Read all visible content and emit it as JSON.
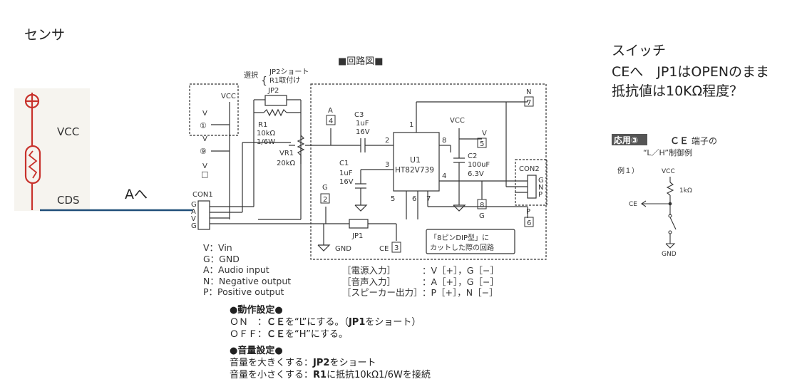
{
  "notes": {
    "sensor": "センサ",
    "to_a": "Aへ",
    "switch_title": "スイッチ",
    "switch_line1": "CEへ　JP1はOPENのまま",
    "switch_line2": "抵抗値は10KΩ程度？"
  },
  "sensor_fig": {
    "vcc": "VCC",
    "cds": "CDS"
  },
  "circuit": {
    "title": "■回路図■",
    "select_label": "選択",
    "select_opt1": "JP2ショート",
    "select_opt2": "R1取付け",
    "vcc_left": "VCC",
    "jp2": "JP2",
    "r1": "R1",
    "r1_val1": "10kΩ",
    "r1_val2": "1/6W",
    "vr1": "VR1",
    "vr1_val": "20kΩ",
    "v1": "V",
    "v2": "V",
    "v3": "V",
    "num1": "①",
    "num9": "⑨",
    "con1": "CON1",
    "con1_pins": [
      "G",
      "A",
      "V",
      "G"
    ],
    "a_label": "A",
    "num4": "4",
    "c3": "C3",
    "c3_v1": "1uF",
    "c3_v2": "16V",
    "pin2": "2",
    "pin1": "1",
    "pin8": "8",
    "pin3": "3",
    "pin4": "4",
    "pin5": "5",
    "pin6": "6",
    "pin7": "7",
    "u1": "U1",
    "u1_part": "HT82V739",
    "c1": "C1",
    "c1_v1": "1uF",
    "c1_v2": "16V",
    "vcc_right": "VCC",
    "v_right": "V",
    "box5": "5",
    "c2": "C2",
    "c2_v1": "100uF",
    "c2_v2": "6.3V",
    "n_label": "N",
    "box7": "7",
    "con2": "CON2",
    "con2_pins": [
      "G",
      "N",
      "P"
    ],
    "g_label": "G",
    "box2": "2",
    "box8": "8",
    "g_label2": "G",
    "p_label": "P",
    "box6": "6",
    "jp1": "JP1",
    "gnd": "GND",
    "ce": "CE",
    "box3": "3",
    "dip_note1": "「8ピンDIP型」に",
    "dip_note2": "カットした際の回路"
  },
  "legend": [
    "V：Vin",
    "G：GND",
    "A：Audio input",
    "N：Negative output",
    "P：Positive output"
  ],
  "io": [
    {
      "name": "［電源入力］",
      "val": "：V［+］，G［−］"
    },
    {
      "name": "［音声入力］",
      "val": "：A［+］，G［−］"
    },
    {
      "name": "［スピーカー出力］",
      "val": "：P［+］，N［−］"
    }
  ],
  "operation": {
    "heading": "●動作設定●",
    "on_label": "ＯＮ　：",
    "on_ce": "ＣＥ",
    "on_rest": "を“L”にする。（",
    "on_jp1": "JP1",
    "on_tail": "をショート）",
    "off_label": "ＯＦＦ：",
    "off_ce": "ＣＥ",
    "off_rest": "を“H”にする。"
  },
  "volume": {
    "heading": "●音量設定●",
    "up_pre": "音量を大きくする：",
    "up_bold": "JP2",
    "up_rest": "をショート",
    "down_pre": "音量を小さくする：",
    "down_bold": "R1",
    "down_rest": "に抵抗10kΩ1/6Wを接続"
  },
  "app3": {
    "badge": "応用③",
    "title_ce": "ＣＥ",
    "title_rest": "端子の",
    "title_line2": "“L／H”制御例",
    "example": "例１）",
    "vcc": "VCC",
    "res": "1kΩ",
    "ce": "CE",
    "gnd": "GND"
  },
  "colors": {
    "sensor_red": "#c8322c",
    "wire_blue": "#1f4e79",
    "ink": "#333333"
  }
}
